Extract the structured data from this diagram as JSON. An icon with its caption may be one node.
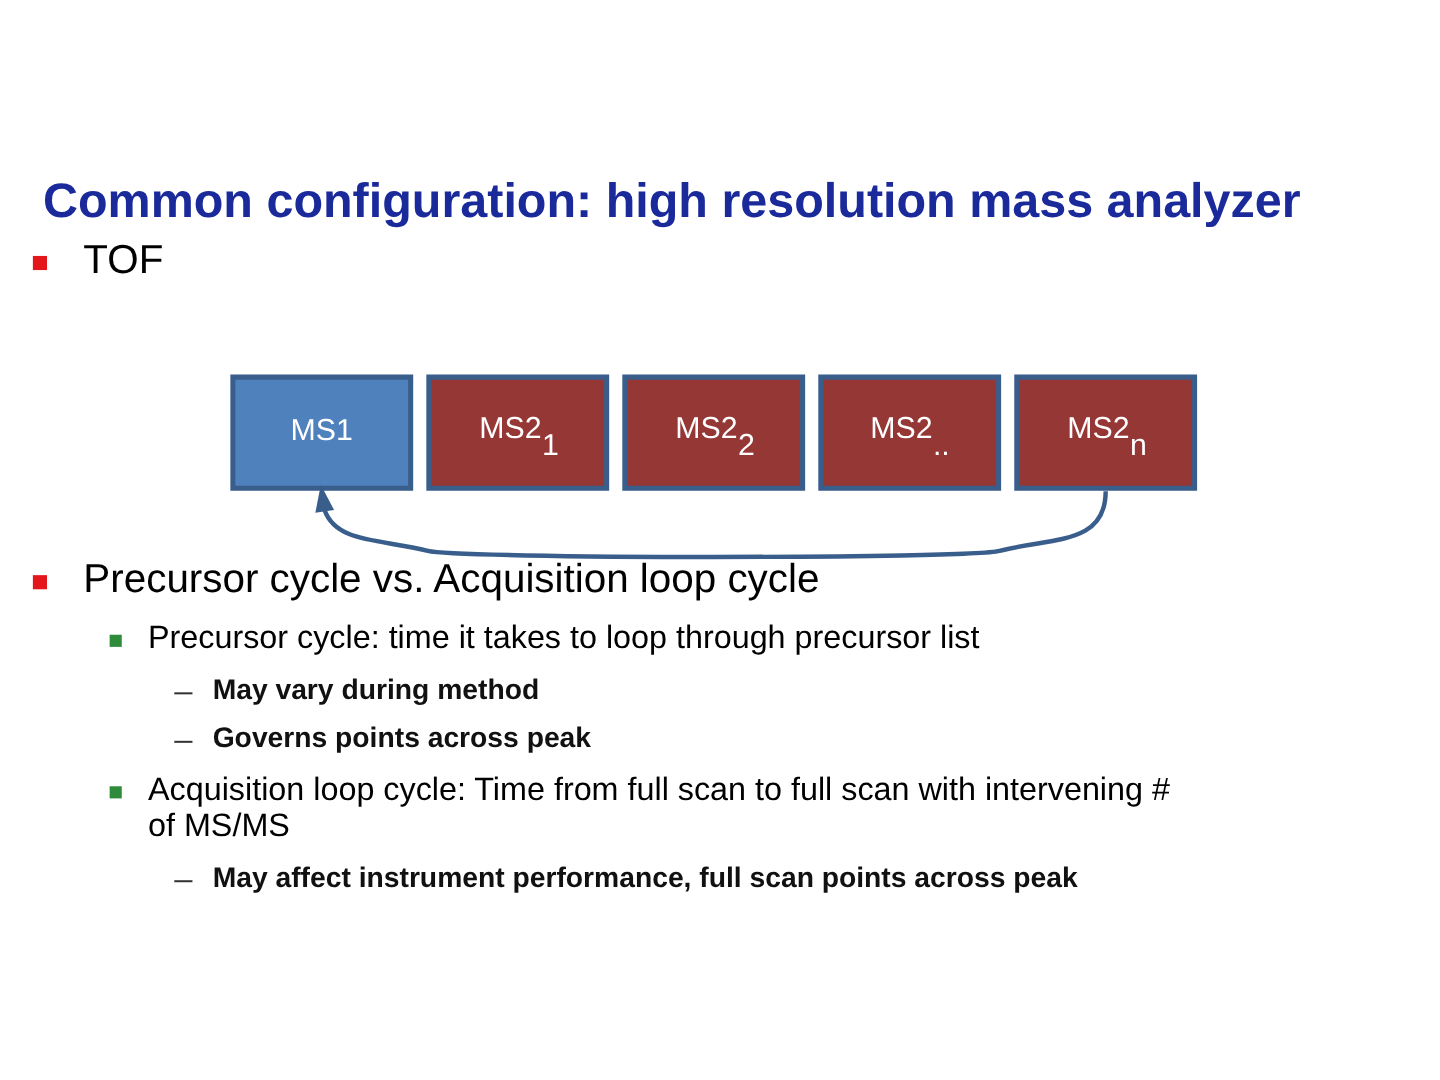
{
  "diagram": {
    "title": "Common configuration: high resolution mass analyzer",
    "nodes": [
      {
        "text": [
          "MS1"
        ]
      },
      {
        "text": [
          "MS2$_{1}$"
        ]
      },
      {
        "text": [
          "MS2$_{2}$"
        ]
      },
      {
        "text": [
          "MS2$_{..}$"
        ]
      },
      {
        "text": [
          "MS2$_{n}$"
        ]
      }
    ],
    "edges": [
      {
        "from": 4,
        "to": 0,
        "arrow": "to"
      }
    ],
    "labels": [
      "TOF",
      "Precursor cycle vs. Acquisition loop cycle",
      "Precursor cycle: time it takes to loop through precursor list",
      "May vary during method",
      "Governs points across peak",
      "Acquisition loop cycle: Time from full scan to full scan with intervening # of MS/MS",
      "May affect instrument performance, full scan points across peak"
    ]
  }
}
